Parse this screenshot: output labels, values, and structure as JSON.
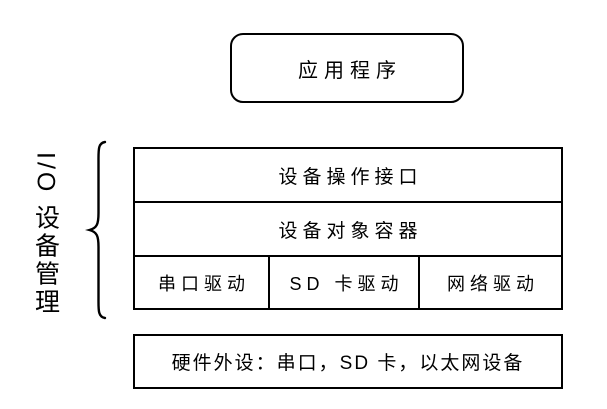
{
  "colors": {
    "border": "#000000",
    "background": "#ffffff",
    "text": "#000000"
  },
  "app_box": {
    "label": "应用程序"
  },
  "side_label": "I/O 设备管理",
  "stack": {
    "layers": [
      {
        "label": "设备操作接口"
      },
      {
        "label": "设备对象容器"
      }
    ],
    "drivers": [
      "串口驱动",
      "SD 卡驱动",
      "网络驱动"
    ]
  },
  "hardware_box": {
    "label": "硬件外设：串口，SD 卡，以太网设备"
  }
}
